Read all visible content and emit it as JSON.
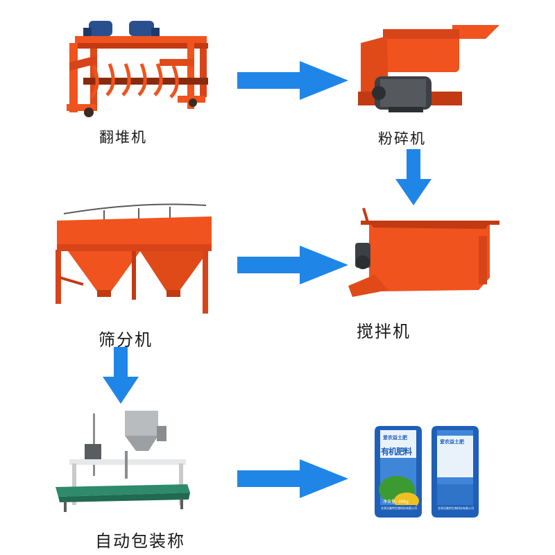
{
  "machines": [
    {
      "id": "turner",
      "label": "翻堆机"
    },
    {
      "id": "crusher",
      "label": "粉碎机"
    },
    {
      "id": "screener",
      "label": "筛分机"
    },
    {
      "id": "mixer",
      "label": "搅拌机"
    },
    {
      "id": "packer",
      "label": "自动包装称"
    }
  ],
  "product": {
    "bag_title": "有机肥料",
    "bag_brand": "爱农益土肥",
    "bag_weight": "净含量: 40kg",
    "bag_maker": "甘肃沃美特生物科技有限公司"
  },
  "colors": {
    "arrow": "#1f86e8",
    "machine_orange": "#f0531e",
    "machine_dark": "#b8300c",
    "motor_blue": "#2a4f8f",
    "motor_gray": "#3c4044",
    "bag_blue": "#1e5fb8",
    "bag_green": "#3c9a32"
  },
  "flow": [
    {
      "from": "turner",
      "to": "crusher",
      "direction": "right"
    },
    {
      "from": "crusher",
      "to": "mixer",
      "direction": "down"
    },
    {
      "from": "screener",
      "to": "mixer",
      "direction": "right"
    },
    {
      "from": "screener",
      "to": "packer",
      "direction": "down"
    },
    {
      "from": "packer",
      "to": "product",
      "direction": "right"
    }
  ]
}
